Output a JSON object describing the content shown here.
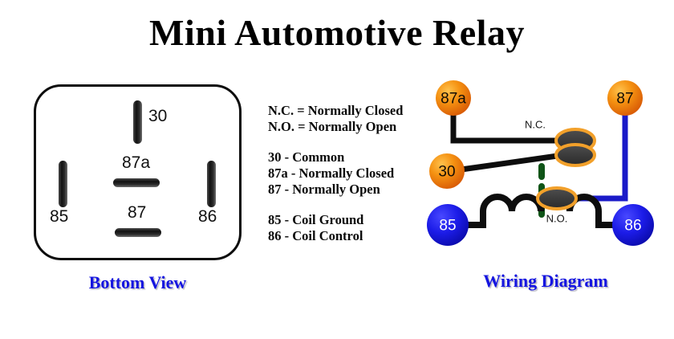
{
  "title": "Mini Automotive Relay",
  "colors": {
    "caption_blue": "#1515E0",
    "wire_black": "#0D0D0D",
    "wire_blue": "#1A1AC8",
    "coil_dash_green": "#0F5417",
    "badge_orange": "#F08A0C",
    "badge_blue": "#1A1AE0",
    "contact_fill": "#3A3A3A",
    "contact_ring": "#F2A02A",
    "blade_dark": "#111111",
    "body_stroke": "#0D0D0D"
  },
  "bottom_view": {
    "caption": "Bottom View",
    "terminals": [
      {
        "id": "30",
        "label": "30",
        "orientation": "vertical"
      },
      {
        "id": "85",
        "label": "85",
        "orientation": "vertical"
      },
      {
        "id": "86",
        "label": "86",
        "orientation": "vertical"
      },
      {
        "id": "87a",
        "label": "87a",
        "orientation": "horizontal"
      },
      {
        "id": "87",
        "label": "87",
        "orientation": "horizontal"
      }
    ]
  },
  "legend": {
    "groups": [
      {
        "lines": [
          "N.C. = Normally Closed",
          "N.O. = Normally Open"
        ]
      },
      {
        "lines": [
          "30 - Common",
          "87a - Normally Closed",
          "87 - Normally Open"
        ]
      },
      {
        "lines": [
          "85 - Coil Ground",
          "86 - Coil Control"
        ]
      }
    ]
  },
  "wiring_diagram": {
    "caption": "Wiring Diagram",
    "nodes": [
      {
        "id": "87a",
        "label": "87a",
        "color": "orange"
      },
      {
        "id": "87",
        "label": "87",
        "color": "orange"
      },
      {
        "id": "30",
        "label": "30",
        "color": "orange"
      },
      {
        "id": "85",
        "label": "85",
        "color": "blue"
      },
      {
        "id": "86",
        "label": "86",
        "color": "blue"
      }
    ],
    "contact_labels": [
      {
        "id": "nc",
        "label": "N.C."
      },
      {
        "id": "no",
        "label": "N.O."
      }
    ],
    "coil_arches": 4
  }
}
